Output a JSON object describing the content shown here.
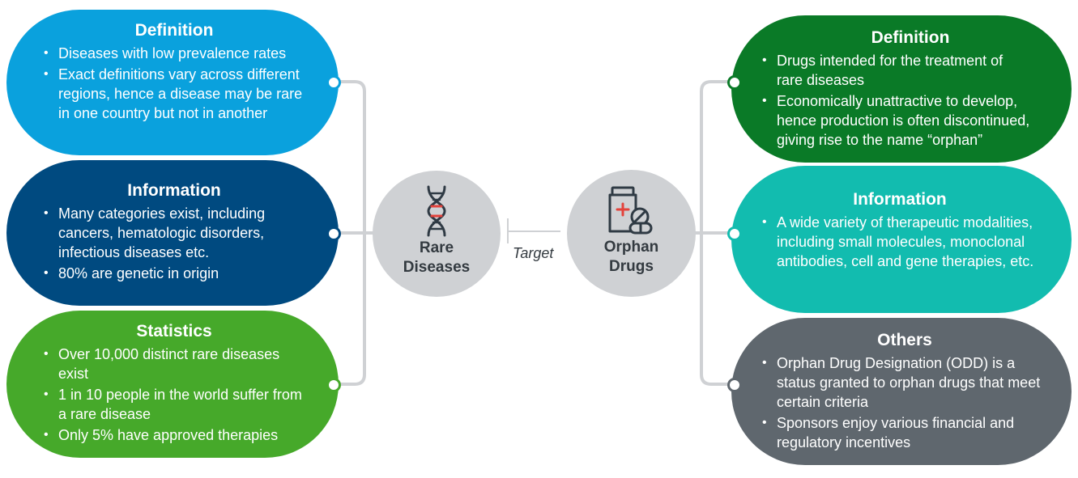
{
  "center": {
    "left_node": {
      "line1": "Rare",
      "line2": "Diseases",
      "icon": "dna-icon"
    },
    "right_node": {
      "line1": "Orphan",
      "line2": "Drugs",
      "icon": "medicine-icon"
    },
    "relation_label": "Target"
  },
  "left": {
    "definition": {
      "title": "Definition",
      "color": "#0aa1dd",
      "bullets": [
        "Diseases with low prevalence rates",
        "Exact definitions vary across different regions, hence a disease may be rare in one country but not in another"
      ]
    },
    "information": {
      "title": "Information",
      "color": "#004a80",
      "bullets": [
        "Many categories exist, including cancers, hematologic disorders, infectious diseases etc.",
        "80% are genetic in origin"
      ]
    },
    "statistics": {
      "title": "Statistics",
      "color": "#46a92a",
      "bullets": [
        "Over 10,000 distinct rare diseases exist",
        "1 in 10 people in the world suffer from a rare disease",
        "Only 5% have approved therapies"
      ]
    }
  },
  "right": {
    "definition": {
      "title": "Definition",
      "color": "#0a7a27",
      "bullets": [
        "Drugs intended for the treatment of rare diseases",
        "Economically unattractive to develop, hence production is often discontinued, giving rise to the name “orphan”"
      ]
    },
    "information": {
      "title": "Information",
      "color": "#12bcaf",
      "bullets": [
        "A wide variety of therapeutic modalities, including small molecules, monoclonal antibodies, cell and gene therapies, etc."
      ]
    },
    "others": {
      "title": "Others",
      "color": "#5f676e",
      "bullets": [
        "Orphan Drug Designation (ODD) is a status granted to orphan drugs that meet certain criteria",
        "Sponsors enjoy various financial and regulatory incentives"
      ]
    }
  },
  "connector_color": "#cfd1d4"
}
